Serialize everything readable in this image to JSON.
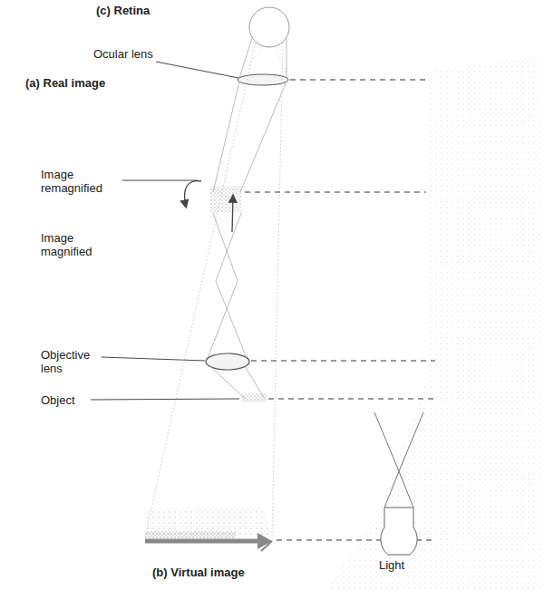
{
  "diagram": {
    "labels": [
      "(c) Retina",
      "Ocular lens",
      "(a) Real image",
      "Image remagnified",
      "Image magnified",
      "Objective lens",
      "Object",
      "Light",
      "(b) Virtual image"
    ]
  }
}
